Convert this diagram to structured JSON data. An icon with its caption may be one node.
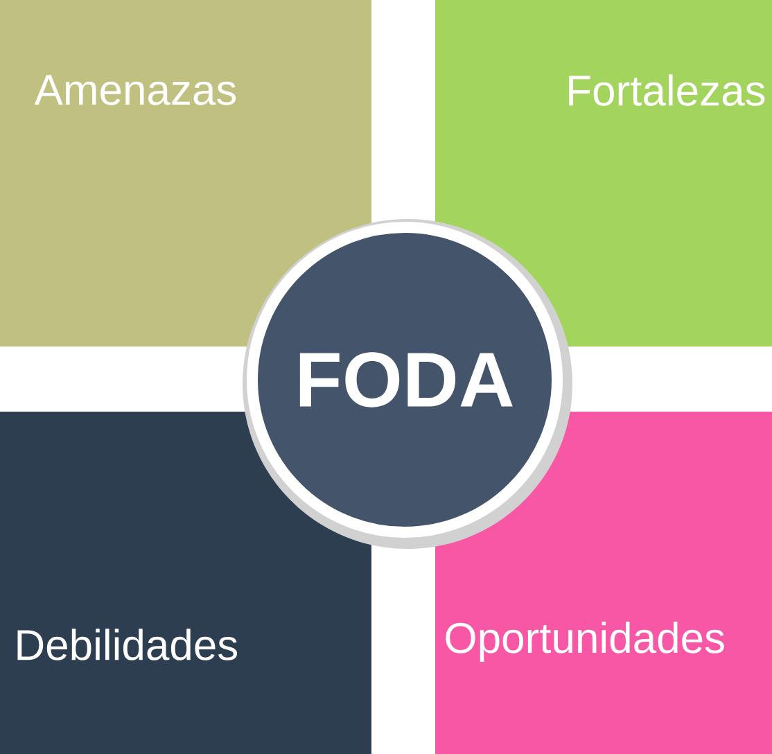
{
  "diagram": {
    "nodes": [
      {
        "text": [
          "Amenazas"
        ]
      },
      {
        "text": [
          "Fortalezas"
        ]
      },
      {
        "text": [
          "FODA"
        ]
      },
      {
        "text": [
          "Debilidades"
        ]
      },
      {
        "text": [
          "Oportunidades"
        ]
      }
    ]
  }
}
